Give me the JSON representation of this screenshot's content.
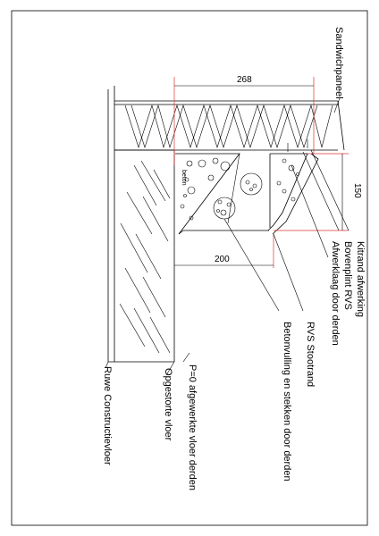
{
  "labels": {
    "sandwichpaneel": "Sandwichpaneel",
    "kitrand_afwerking": "Kitrand afwerking",
    "bovenplint_rvs": "Bovenplint RVS",
    "afwerklaag": "Afwerklaag door derden",
    "rvs_stootrand": "RVS Stootrand",
    "betonvulling": "Betonvulling en stekken door derden",
    "p0": "P=0 afgewerkte vloer derden",
    "opgestorte_vloer": "Opgestorte vloer",
    "ruwe_constructievloer": "Ruwe Constructievloer",
    "beton": "beton"
  },
  "dimensions": {
    "width_top": "268",
    "height": "150",
    "width_bottom": "200"
  }
}
